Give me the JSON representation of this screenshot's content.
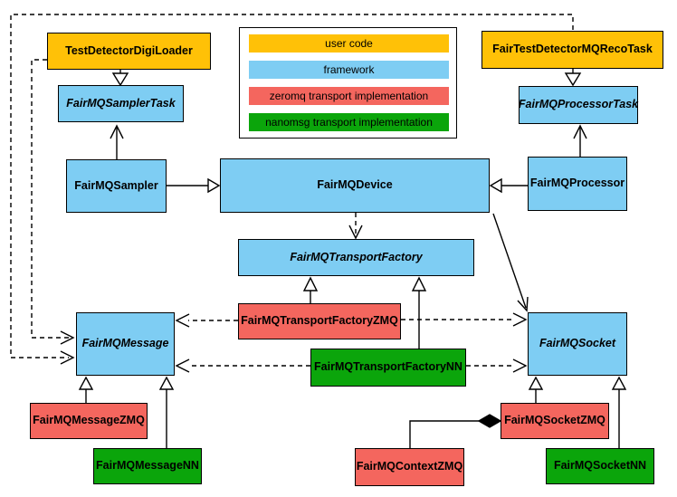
{
  "nodes": {
    "test_detector_digi_loader": {
      "label": "TestDetectorDigiLoader",
      "category": "user code"
    },
    "fair_mq_sampler_task": {
      "label": "FairMQSamplerTask",
      "category": "framework",
      "abstract": true
    },
    "fair_mq_sampler": {
      "label": "FairMQSampler",
      "category": "framework"
    },
    "fair_mq_device": {
      "label": "FairMQDevice",
      "category": "framework"
    },
    "fair_test_detector_mq_reco_task": {
      "label": "FairTestDetectorMQRecoTask",
      "category": "user code"
    },
    "fair_mq_processor_task": {
      "label": "FairMQProcessorTask",
      "category": "framework",
      "abstract": true
    },
    "fair_mq_processor": {
      "label": "FairMQProcessor",
      "category": "framework"
    },
    "fair_mq_transport_factory": {
      "label": "FairMQTransportFactory",
      "category": "framework",
      "abstract": true
    },
    "fair_mq_transport_factory_zmq": {
      "label": "FairMQTransportFactoryZMQ",
      "category": "zeromq transport implementation"
    },
    "fair_mq_transport_factory_nn": {
      "label": "FairMQTransportFactoryNN",
      "category": "nanomsg transport implementation"
    },
    "fair_mq_message": {
      "label": "FairMQMessage",
      "category": "framework",
      "abstract": true
    },
    "fair_mq_socket": {
      "label": "FairMQSocket",
      "category": "framework",
      "abstract": true
    },
    "fair_mq_message_zmq": {
      "label": "FairMQMessageZMQ",
      "category": "zeromq transport implementation"
    },
    "fair_mq_message_nn": {
      "label": "FairMQMessageNN",
      "category": "nanomsg transport implementation"
    },
    "fair_mq_socket_zmq": {
      "label": "FairMQSocketZMQ",
      "category": "zeromq transport implementation"
    },
    "fair_mq_socket_nn": {
      "label": "FairMQSocketNN",
      "category": "nanomsg transport implementation"
    },
    "fair_mq_context_zmq": {
      "label": "FairMQContextZMQ",
      "category": "zeromq transport implementation"
    }
  },
  "legend": {
    "items": [
      {
        "label": "user code",
        "color": "#FFC107"
      },
      {
        "label": "framework",
        "color": "#7ECDF3"
      },
      {
        "label": "zeromq transport implementation",
        "color": "#F4665E"
      },
      {
        "label": "nanomsg transport implementation",
        "color": "#0BA50B"
      }
    ]
  },
  "colors": {
    "user_code": "#FFC107",
    "framework": "#7ECDF3",
    "zeromq": "#F4665E",
    "nanomsg": "#0BA50B",
    "line": "#000000",
    "background": "#FFFFFF"
  },
  "edges": [
    {
      "from": "TestDetectorDigiLoader",
      "to": "FairMQSamplerTask",
      "type": "inheritance"
    },
    {
      "from": "FairTestDetectorMQRecoTask",
      "to": "FairMQProcessorTask",
      "type": "inheritance"
    },
    {
      "from": "FairMQSampler",
      "to": "FairMQSamplerTask",
      "type": "association"
    },
    {
      "from": "FairMQProcessor",
      "to": "FairMQProcessorTask",
      "type": "association"
    },
    {
      "from": "FairMQSampler",
      "to": "FairMQDevice",
      "type": "inheritance"
    },
    {
      "from": "FairMQProcessor",
      "to": "FairMQDevice",
      "type": "inheritance"
    },
    {
      "from": "FairMQDevice",
      "to": "FairMQTransportFactory",
      "type": "dependency"
    },
    {
      "from": "FairMQDevice",
      "to": "FairMQSocket",
      "type": "association"
    },
    {
      "from": "TestDetectorDigiLoader",
      "to": "FairMQMessage",
      "type": "dependency"
    },
    {
      "from": "FairTestDetectorMQRecoTask",
      "to": "FairMQMessage",
      "type": "dependency"
    },
    {
      "from": "FairMQTransportFactoryZMQ",
      "to": "FairMQTransportFactory",
      "type": "inheritance"
    },
    {
      "from": "FairMQTransportFactoryNN",
      "to": "FairMQTransportFactory",
      "type": "inheritance"
    },
    {
      "from": "FairMQTransportFactoryZMQ",
      "to": "FairMQMessage",
      "type": "dependency"
    },
    {
      "from": "FairMQTransportFactoryZMQ",
      "to": "FairMQSocket",
      "type": "dependency"
    },
    {
      "from": "FairMQTransportFactoryNN",
      "to": "FairMQMessage",
      "type": "dependency"
    },
    {
      "from": "FairMQTransportFactoryNN",
      "to": "FairMQSocket",
      "type": "dependency"
    },
    {
      "from": "FairMQMessageZMQ",
      "to": "FairMQMessage",
      "type": "inheritance"
    },
    {
      "from": "FairMQMessageNN",
      "to": "FairMQMessage",
      "type": "inheritance"
    },
    {
      "from": "FairMQSocketZMQ",
      "to": "FairMQSocket",
      "type": "inheritance"
    },
    {
      "from": "FairMQSocketNN",
      "to": "FairMQSocket",
      "type": "inheritance"
    },
    {
      "from": "FairMQSocketZMQ",
      "to": "FairMQContextZMQ",
      "type": "composition"
    }
  ]
}
